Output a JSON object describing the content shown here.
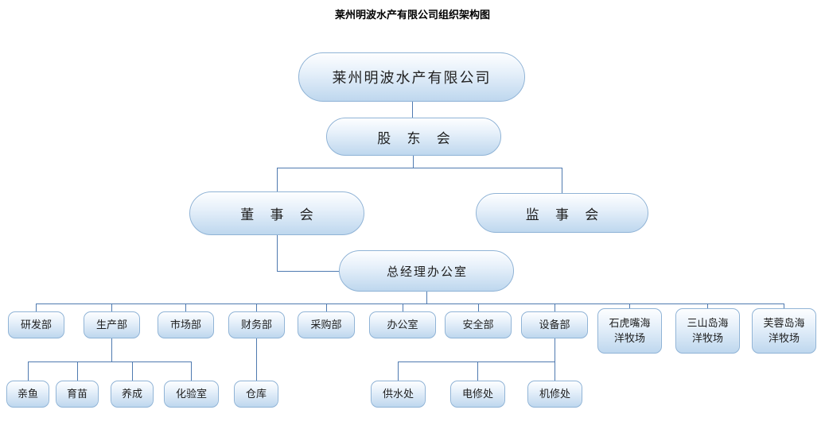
{
  "title": "莱州明波水产有限公司组织架构图",
  "colors": {
    "box_border": "#8fb3d6",
    "box_fill_top": "#fdfeff",
    "box_fill_bottom": "#bed7ee",
    "connector_line": "#4f7ab0",
    "text": "#1f1f1f"
  },
  "nodes": {
    "company": "莱州明波水产有限公司",
    "shareholders": "股 东 会",
    "board": "董 事 会",
    "supervisors": "监 事 会",
    "gm_office": "总经理办公室",
    "departments": [
      "研发部",
      "生产部",
      "市场部",
      "财务部",
      "采购部",
      "办公室",
      "安全部",
      "设备部",
      "石虎嘴海洋牧场",
      "三山岛海洋牧场",
      "芙蓉岛海洋牧场"
    ],
    "production_subs": [
      "亲鱼",
      "育苗",
      "养成",
      "化验室"
    ],
    "warehouse": "仓库",
    "equipment_subs": [
      "供水处",
      "电修处",
      "机修处"
    ]
  }
}
